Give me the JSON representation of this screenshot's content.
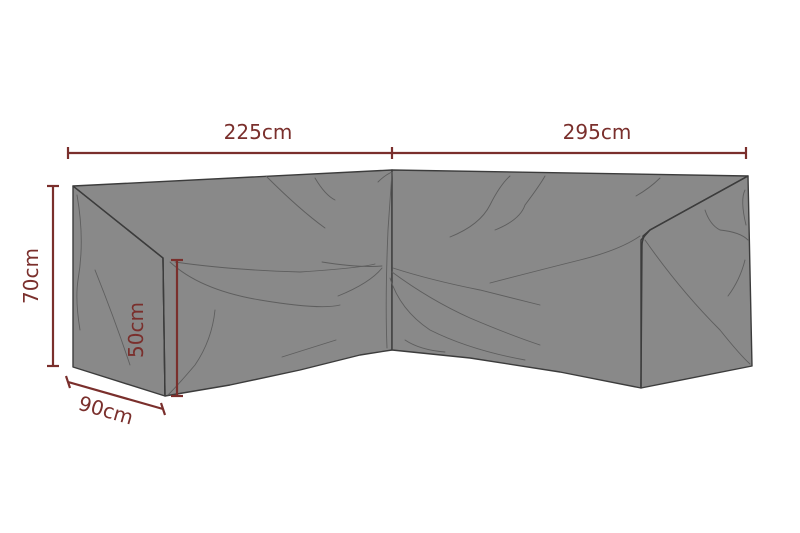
{
  "diagram": {
    "subject": "L-shaped corner sofa cover",
    "colors": {
      "cover_fill": "#898989",
      "cover_outline": "#3c3c3c",
      "dimension_color": "#7a2f2c",
      "background": "#ffffff"
    },
    "dimensions": {
      "left_length": "225cm",
      "right_length": "295cm",
      "back_height": "70cm",
      "seat_height": "50cm",
      "depth": "90cm"
    }
  }
}
